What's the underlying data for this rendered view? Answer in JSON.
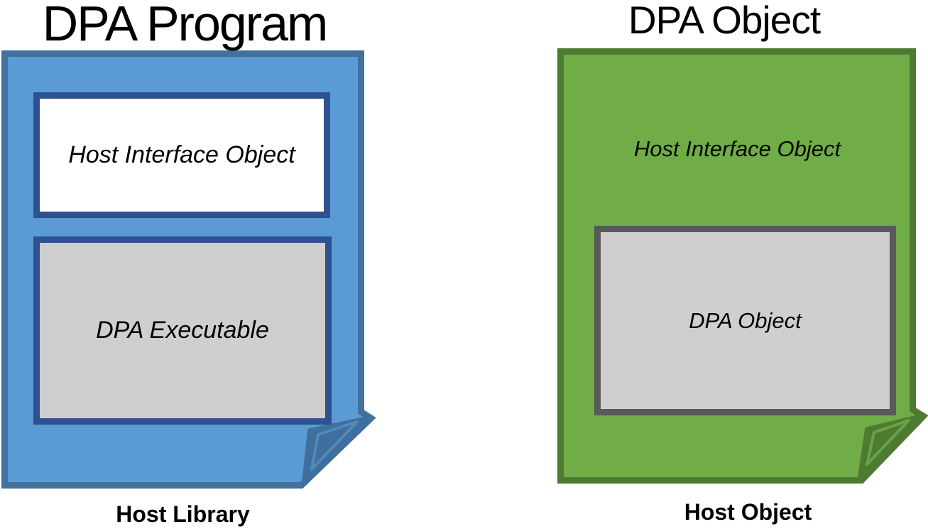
{
  "diagram": {
    "left_panel": {
      "title": "DPA Program",
      "host_interface_box": "Host Interface Object",
      "executable_box": "DPA Executable",
      "caption": "Host Library"
    },
    "right_panel": {
      "title": "DPA Object",
      "host_interface_label": "Host Interface Object",
      "object_box": "DPA Object",
      "caption": "Host Object"
    },
    "colors": {
      "blue_fill": "#5b9bd5",
      "blue_border": "#41719c",
      "blue_fold_fill": "#3f6f9c",
      "blue_fold_inner_line": "#5288ba",
      "navy_box_border": "#2e5191",
      "green_fill": "#70ad47",
      "green_border": "#4e7b31",
      "green_fold_fill": "#4e7b31",
      "green_fold_inner_line": "#67a446",
      "gray_box_fill": "#d0cece",
      "gray_box_border": "#595959",
      "white_box_fill": "#ffffff",
      "text": "#000000"
    }
  }
}
